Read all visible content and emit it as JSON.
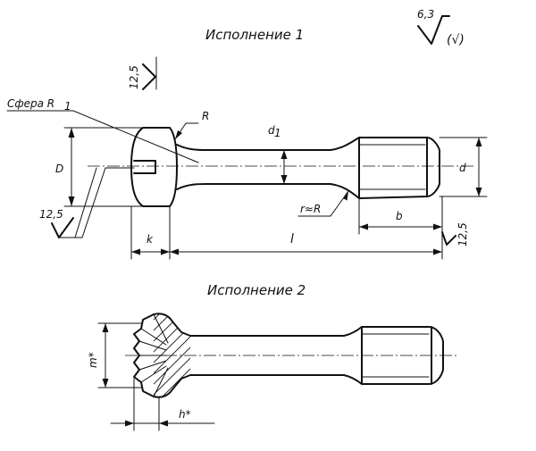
{
  "titles": {
    "view1": "Исполнение 1",
    "view2": "Исполнение 2"
  },
  "roughness": {
    "general_value": "6,3",
    "general_bracket": "(√)",
    "top": "12,5",
    "left": "12,5",
    "right": "12,5"
  },
  "labels": {
    "sphere": "Сфера R",
    "sphere_sub": "1",
    "radius": "R",
    "r_approx": "r≈R",
    "D": "D",
    "d1": "d",
    "d1_sub": "1",
    "d": "d",
    "k": "k",
    "l": "l",
    "b": "b",
    "m": "m*",
    "h": "h*"
  }
}
